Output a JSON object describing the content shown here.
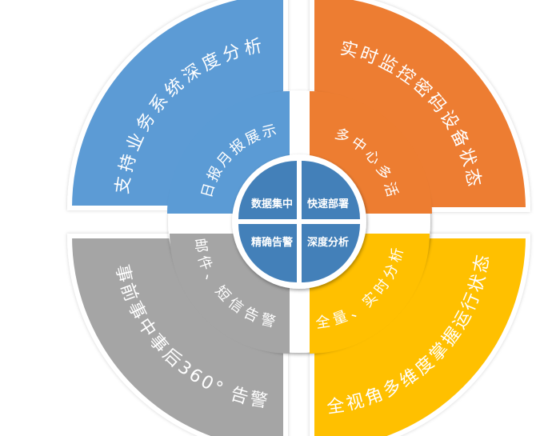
{
  "colors": {
    "blue": "#5B9BD5",
    "orange": "#ED7D31",
    "gray": "#A5A5A5",
    "yellow": "#FFC000",
    "core": "#4380B9",
    "ring": "#FFFFFF"
  },
  "outer": {
    "top_left": "支持业务系统深度分析",
    "top_right": "实时监控密码设备状态",
    "bottom_left": "事前事中事后360° 告警",
    "bottom_right": "全视角多维度掌握运行状态"
  },
  "middle": {
    "top_left": "日报月报展示",
    "top_right": "多中心多活",
    "bottom_left": "邮件、短信告警",
    "bottom_right": "全量、实时分析"
  },
  "core": {
    "top_left": "数据集中",
    "top_right": "快速部署",
    "bottom_left": "精确告警",
    "bottom_right": "深度分析"
  }
}
